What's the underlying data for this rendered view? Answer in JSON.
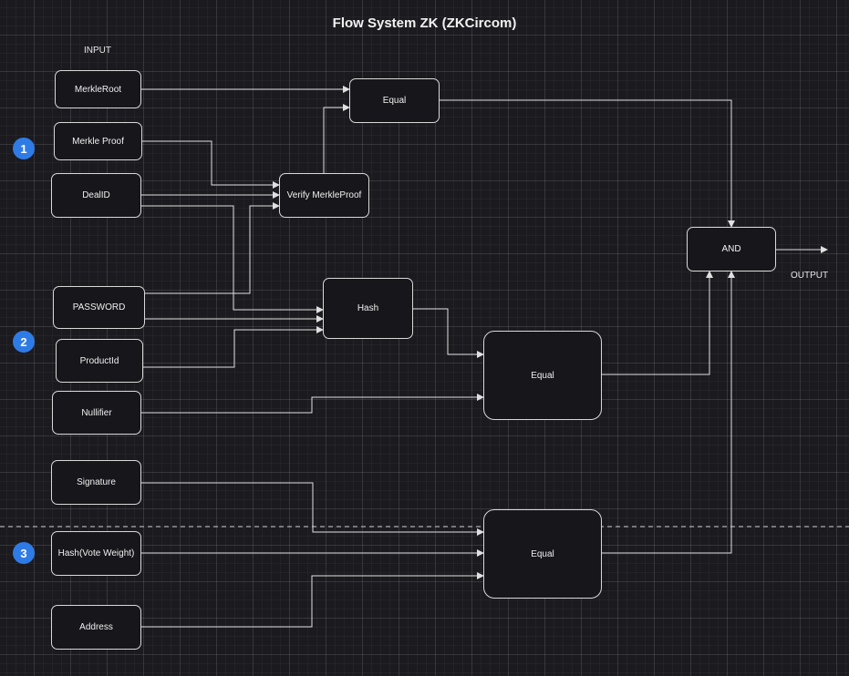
{
  "title": "Flow System ZK (ZKCircom)",
  "labels": {
    "input": "INPUT",
    "output": "OUTPUT"
  },
  "badges": [
    "1",
    "2",
    "3"
  ],
  "nodes": {
    "merkle_root": "MerkleRoot",
    "merkle_proof": "Merkle Proof",
    "deal_id": "DealID",
    "password": "PASSWORD",
    "product_id": "ProductId",
    "nullifier": "Nullifier",
    "signature": "Signature",
    "hash_vote_weight": "Hash(Vote Weight)",
    "address": "Address",
    "equal_top": "Equal",
    "verify_merkle_proof": "Verify MerkleProof",
    "hash": "Hash",
    "equal_mid": "Equal",
    "equal_bottom": "Equal",
    "and": "AND"
  },
  "colors": {
    "background": "#1b1a1f",
    "node_fill": "#17161b",
    "node_border": "#d9d9d9",
    "edge": "#e0e0e0",
    "badge": "#2f7be5"
  }
}
